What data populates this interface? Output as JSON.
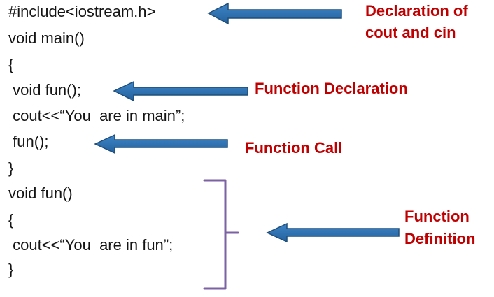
{
  "code_lines": [
    "#include<iostream.h>",
    "void main()",
    "{",
    " void fun();",
    " cout<<“You  are in main”;",
    " fun();",
    "}",
    "void fun()",
    "{",
    " cout<<“You  are in fun”;",
    "}"
  ],
  "annotations": {
    "declaration_cout_cin": {
      "line1": "Declaration of",
      "line2": "cout and cin"
    },
    "function_declaration": "Function Declaration",
    "function_call": "Function Call",
    "function_definition": {
      "line1": "Function",
      "line2": "Definition"
    }
  },
  "colors": {
    "code_text": "#141414",
    "label_text": "#c00000",
    "arrow_fill": "#2e75b6",
    "arrow_stroke": "#1f4e79",
    "bracket": "#7b62a3",
    "background": "#ffffff"
  }
}
